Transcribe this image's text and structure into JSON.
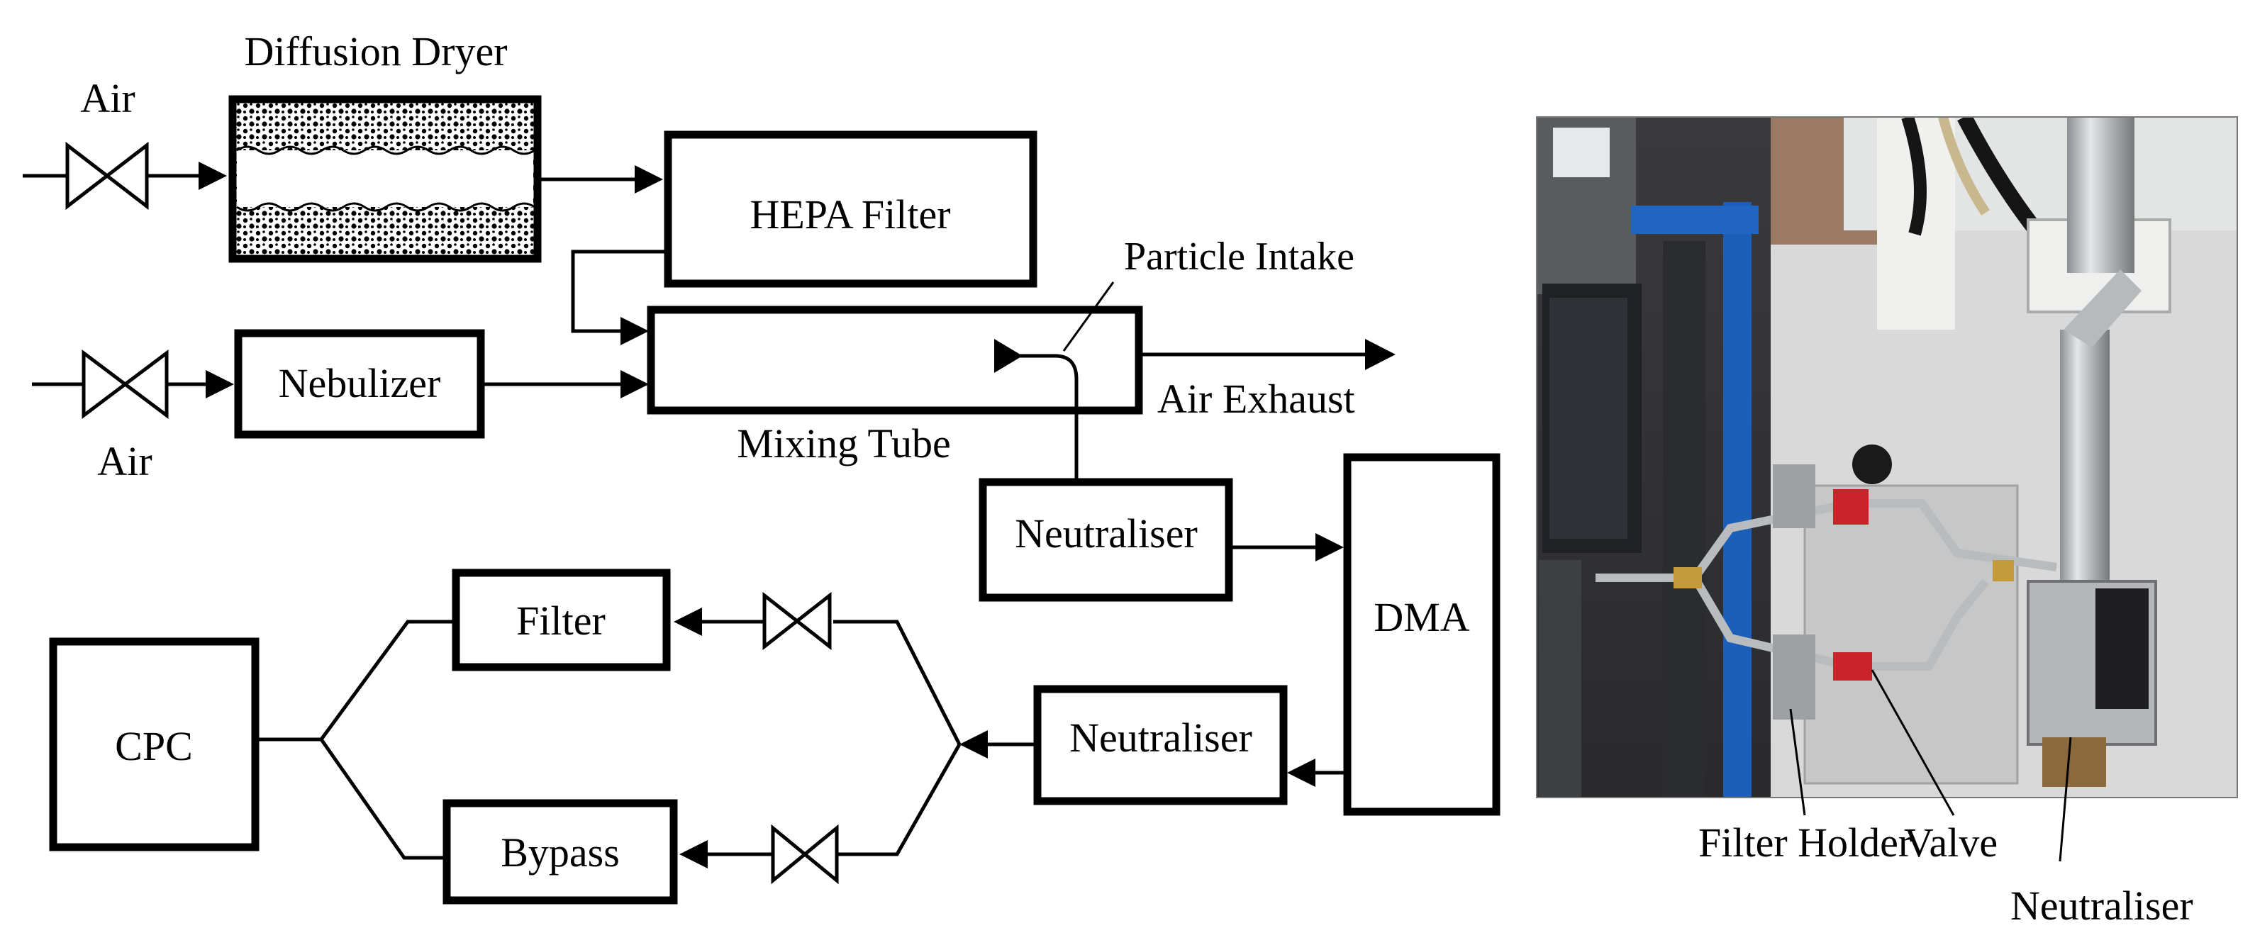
{
  "diagram": {
    "labels": {
      "diffusion_dryer": "Diffusion Dryer",
      "air_top": "Air",
      "air_bottom": "Air",
      "hepa_filter": "HEPA Filter",
      "particle_intake": "Particle Intake",
      "nebulizer": "Nebulizer",
      "mixing_tube": "Mixing Tube",
      "air_exhaust": "Air Exhaust",
      "neutraliser_upper": "Neutraliser",
      "dma": "DMA",
      "filter": "Filter",
      "bypass": "Bypass",
      "cpc": "CPC",
      "neutraliser_lower": "Neutraliser"
    }
  },
  "photo": {
    "callouts": {
      "filter_holder": "Filter Holder",
      "valve": "Valve",
      "neutraliser": "Neutraliser"
    }
  }
}
